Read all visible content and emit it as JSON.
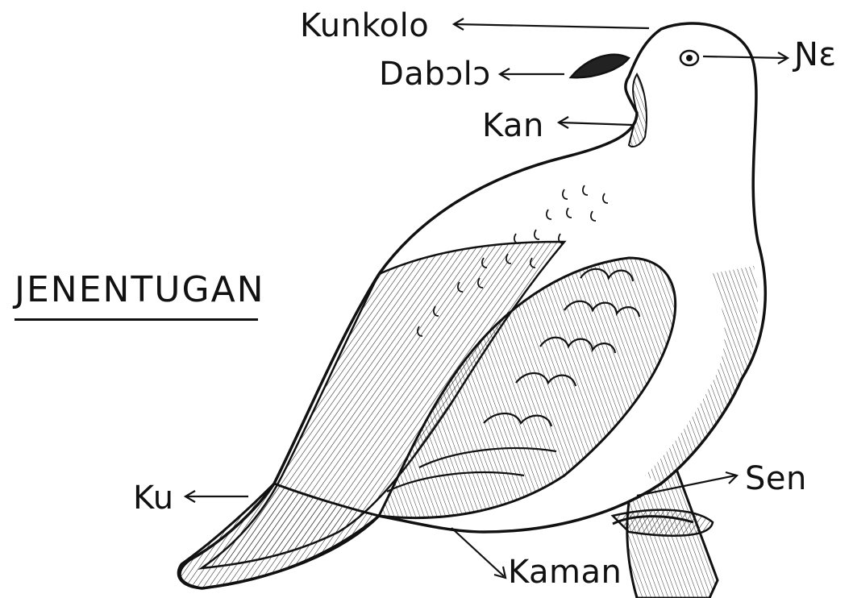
{
  "title": "JENENTUGAN",
  "labels": {
    "head": "Kunkolo",
    "beak": "Dabɔlɔ",
    "eye": "Ɲɛ",
    "throat": "Kan",
    "tail": "Ku",
    "foot": "Sen",
    "wing": "Kaman"
  },
  "colors": {
    "ink": "#111111",
    "paper": "#ffffff",
    "shade": "#cfcfcf"
  }
}
